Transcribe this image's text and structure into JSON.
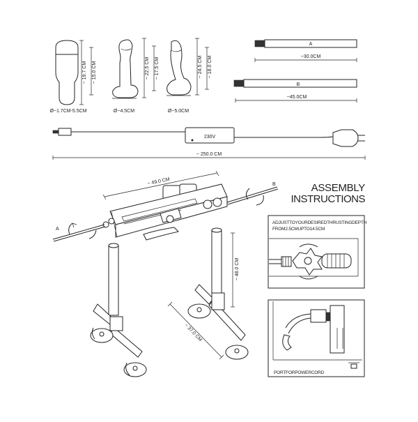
{
  "attachments": {
    "sleeve": {
      "height_outer": "~ 19.7 CM",
      "height_inner": "~ 15.0 CM",
      "diameter": "Ø~1.7CM-5.5CM"
    },
    "dildo_medium": {
      "height_outer": "~ 22.5 CM",
      "height_inner": "~ 17.5 CM",
      "diameter": "Ø~4.5CM"
    },
    "dildo_curved": {
      "height_outer": "~ 24.5 CM",
      "height_inner": "~ 18.0 CM",
      "diameter": "Ø~5.0CM"
    }
  },
  "rods": [
    {
      "label": "A",
      "length": "~30.0CM"
    },
    {
      "label": "B",
      "length": "~45.0CM"
    }
  ],
  "power": {
    "voltage": "230V",
    "cable_length": "~ 250.0 CM"
  },
  "assembly": {
    "title_line1": "ASSEMBLY",
    "title_line2": "INSTRUCTIONS",
    "machine_length": "~ 49.0 CM",
    "leg_height": "~ 48.0 CM",
    "base_length": "~ 37.0 CM",
    "rod_a": "A",
    "rod_b": "B"
  },
  "panels": {
    "depth_line1": "ADJUSTTOYOURDESIREDTHRUSTINGDEPTH",
    "depth_line2": "FROM2.5CMUPTO14.5CM",
    "power_port": "PORTFORPOWERCORD"
  }
}
